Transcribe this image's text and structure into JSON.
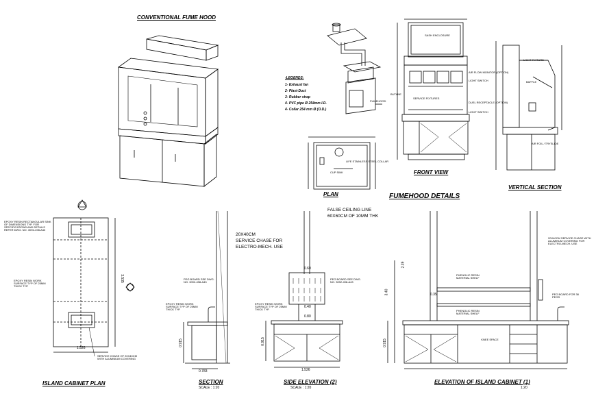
{
  "titles": {
    "conventional": "CONVENTIONAL FUME HOOD",
    "plan": "PLAN",
    "front_view": "FRONT VIEW",
    "vertical_section": "VERTICAL SECTION",
    "fumehood_details": "FUMEHOOD DETAILS",
    "island_plan": "ISLAND CABINET PLAN",
    "section": "SECTION",
    "side_elevation": "SIDE ELEVATION (2)",
    "elevation_island": "ELEVATION OF ISLAND CABINET (1)"
  },
  "scales": {
    "section": "SCALE : 1:20",
    "side_elevation": "SCALE : 1:20",
    "elevation": "1:20"
  },
  "legend": {
    "heading": "-LEGENDS:",
    "items": [
      "1- Exhaust fan",
      "2- Plast-Duct",
      "3- Rubber strap",
      "4- PVC pipe Ø 254mm I.D.",
      "4- Collar 254 mm Ø (O.D.)"
    ]
  },
  "labels": {
    "fumehood": "FUMEHOOD",
    "sash_enclosure": "SASH ENCLOSURE",
    "air_flow_monitor": "AIR FLOW MONITOR (OPTION)",
    "light_switch": "LIGHT SWITCH",
    "duel_receptacle": "DUEL RECEPTACLE (OPTION)",
    "light_switch2": "LIGHT SWITCH",
    "butane": "BUTANE",
    "service_fixtures": "SERVICE FIXTURES",
    "light_fixture": "LIGHT FIXTURE",
    "baffle": "BAFFLE",
    "air_foil": "AIR FOIL / TRYSLIDE",
    "cup_sink": "LIFE STAINLESS STEEL COLLAR",
    "cup_sink2": "CUP SINK",
    "false_ceiling_1": "FALSE CEILING LINE",
    "false_ceiling_2": "60X60CM OF 10MM THK",
    "service_chase_1": "20X40CM",
    "service_chase_2": "SERVICE CHASE FOR",
    "service_chase_3": "ELECTRO-MECH. USE",
    "epoxy_sink": "EPOXY RESIN RECTANGULAR SINK OF DIMENSIONS TYP. FOR SPECIFICATIONS AND DETAILS REFER DWG. NO. 3092-498-A43",
    "epoxy_work": "EPOXY RESIN WORK SURFACE TYP OF 25MM THICK TYP.",
    "service_chase_plan": "SERVICE CHASE OF 20X40CM WITH ALUMINIUM COVERING",
    "peg_board": "PEG BOARD SEE DWG. NO. 3092-498-A43",
    "peg_board2": "PEG BOARD SEE DWG. NO. 3092-498-A43",
    "epoxy_section": "EPOXY RESIN WORK SURFACE TYP OF 25MM THICK TYP.",
    "epoxy_side": "EPOXY RESIN WORK SURFACE TYP OF 25MM THICK TYP.",
    "phenolic_1": "PHENOLIC RESIN MATERIAL SHELF",
    "phenolic_2": "PHENOLIC RESIN MATERIAL SHELF",
    "service_chase_right": "20X40CM SERVICE CHASE WITH ALUMINUM COVERING FOR ELECTRO-MECH. USE",
    "peg_board_right": "PEG BOARD FOR 38 PEGS",
    "knee_space": "KNEE SPACE"
  },
  "dimensions": {
    "plan_width": "1.526",
    "plan_height": "3.535",
    "section_width": "0.783",
    "section_height": "0.915",
    "side_width": "1.526",
    "side_height": "0.915",
    "side_top": "0.60",
    "side_mid": "0.40",
    "side_board": "0.80",
    "elev_height": "3.40",
    "elev_total": "2.39",
    "elev_base": "0.915",
    "elev_shelf": "0.35"
  }
}
